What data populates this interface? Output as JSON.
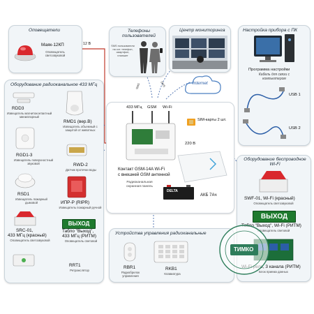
{
  "panels": {
    "alarms": {
      "title": "Оповещатели"
    },
    "users": {
      "title": "Телефоны пользователей"
    },
    "monitoring": {
      "title": "Центр мониторинга"
    },
    "pc": {
      "title": "Настройка прибора с ПК"
    },
    "radio": {
      "title": "Оборудование радиоканальное 433 МГц"
    },
    "wireless": {
      "title": "Оборудование беспроводное Wi-Fi"
    },
    "control": {
      "title": "Устройства управления радиоканальные"
    }
  },
  "alarms": {
    "model": "Маяк-12КП",
    "desc": "Оповещатель светозвуковой",
    "voltage": "12 В"
  },
  "users": {
    "note": "SMS пользователи на сот. телефон, смартфон, планшет"
  },
  "links": {
    "sms1": "SMS",
    "sms2": "SMS",
    "internet": "Internet"
  },
  "pc": {
    "program": "Программа настройки",
    "cable": "Кабель для связи с компьютером",
    "usb1": "USB 1",
    "usb2": "USB 2"
  },
  "center": {
    "ant1": "433 МГц",
    "ant2": "GSM",
    "ant3": "Wi-Fi",
    "sim": "SIM-карты 2 шт.",
    "mains": "220 В",
    "name": "Контакт GSM-14A Wi-Fi",
    "name2": "с внешней GSM антенной",
    "panel_desc": "Радиоканальная охранная панель",
    "battery": "АКБ 7Ач",
    "battery_brand": "DELTA"
  },
  "radio": {
    "rdd3": {
      "name": "RDD3",
      "desc": "Извещатель магнитоконтактный миниатюрный"
    },
    "rmd1": {
      "name": "RMD1 (вер.B)",
      "desc": "Извещатель объемный с защитой от животных"
    },
    "rgd13": {
      "name": "RGD1-3",
      "desc": "Извещатель поверхностный звуковой"
    },
    "rwd2": {
      "name": "RWD-2",
      "desc": "Датчик протечки воды"
    },
    "rsd1": {
      "name": "RSD1",
      "desc": "Извещатель пожарный дымовой"
    },
    "iprp": {
      "name": "ИПР-Р (RIPR)",
      "desc": "Извещатель пожарный ручной"
    },
    "src01": {
      "name": "SRC-01,",
      "name2": "433 МГц (красный)",
      "desc": "Оповещатель светозвуковой"
    },
    "tablo": {
      "name": "Табло \"Выход\",",
      "name2": "433 МГц (РИТМ)",
      "desc": "Оповещатель световой",
      "sign": "ВЫХОД"
    },
    "rrt1": {
      "name": "RRT1",
      "desc": "Ретранслятор"
    }
  },
  "wireless": {
    "swf01": {
      "name": "SWF-01, Wi-Fi (красный)",
      "desc": "Оповещатель светозвуковой"
    },
    "tablo": {
      "name": "Табло \"Выход\", Wi-Fi (РИТМ)",
      "desc": "Оповещатель световой",
      "sign": "ВЫХОД"
    },
    "relay": {
      "name": "Wi-Fi реле, 3 канала (РИТМ)",
      "desc": "Блок приема данных"
    }
  },
  "control": {
    "rbr1": {
      "name": "RBR1",
      "desc": "Радиобрелок управления"
    },
    "rkb1": {
      "name": "RKB1",
      "desc": "Клавиатура"
    }
  },
  "stamp": {
    "text": "ТИМКО"
  }
}
